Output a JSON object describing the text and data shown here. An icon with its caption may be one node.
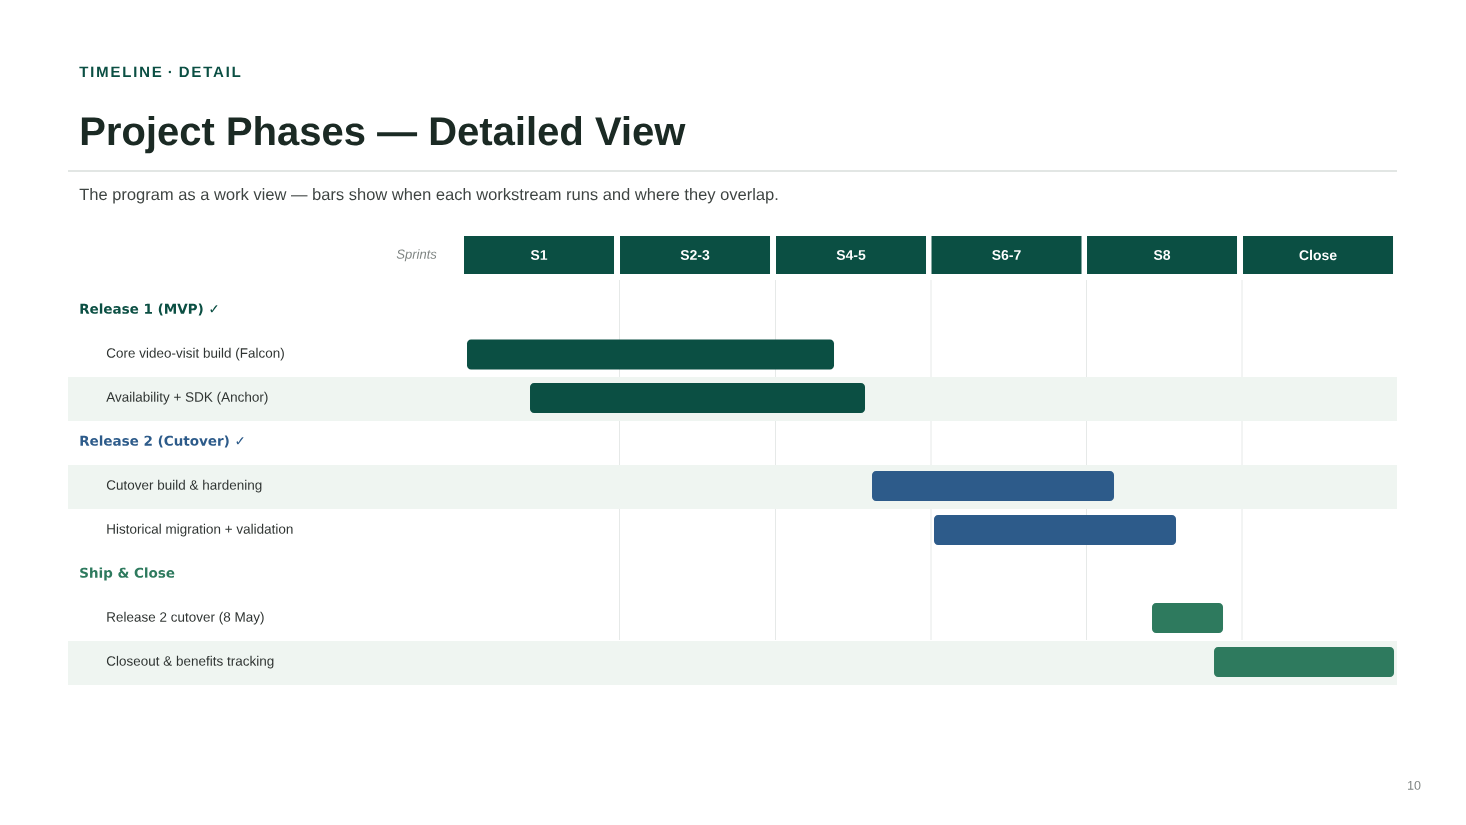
{
  "diagram": {
    "title": "Project Phases — Detailed View",
    "nodes": [
      {
        "text": [
          "S1"
        ]
      },
      {
        "text": [
          "S2-3"
        ]
      },
      {
        "text": [
          "S4-5"
        ]
      },
      {
        "text": [
          "S6-7"
        ]
      },
      {
        "text": [
          "S8"
        ]
      },
      {
        "text": [
          "Close"
        ]
      },
      {
        "text": [],
        "shape": "bar"
      },
      {
        "text": [],
        "shape": "bar"
      },
      {
        "text": [],
        "shape": "bar"
      },
      {
        "text": [],
        "shape": "bar"
      },
      {
        "text": [],
        "shape": "bar"
      },
      {
        "text": [],
        "shape": "bar"
      }
    ],
    "labels": [
      "TIMELINE · DETAIL",
      "The program as a work view — bars show when each workstream runs and where they overlap.",
      "Sprints",
      "Release 1 (MVP) ✓",
      "Core video-visit build (Falcon)",
      "Availability + SDK (Anchor)",
      "Release 2 (Cutover) ✓",
      "Cutover build & hardening",
      "Historical migration + validation",
      "Ship & Close",
      "Release 2 cutover (8 May)",
      "Closeout & benefits tracking",
      "10"
    ]
  }
}
